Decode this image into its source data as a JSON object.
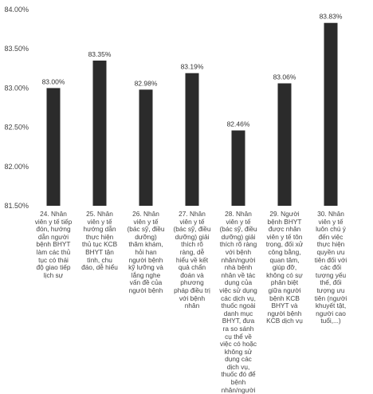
{
  "chart_data": {
    "type": "bar",
    "title": "",
    "xlabel": "",
    "ylabel": "",
    "ylim": [
      81.5,
      84.0
    ],
    "y_ticks": [
      "81.50%",
      "82.00%",
      "82.50%",
      "83.00%",
      "83.50%",
      "84.00%"
    ],
    "y_tick_values": [
      81.5,
      82.0,
      82.5,
      83.0,
      83.5,
      84.0
    ],
    "grid": false,
    "bar_color": "#2b2b2b",
    "categories": [
      "24. Nhân viên y tế tiếp đón, hướng dẫn người bệnh BHYT làm các thủ tục có thái độ giao tiếp lịch sự",
      "25. Nhân viên y tế hướng dẫn thực hiện thủ tục KCB BHYT tận tình, chu đáo, dễ hiểu",
      "26. Nhân viên y tế (bác sỹ, điều dưỡng) thăm khám, hỏi han người bệnh kỹ lưỡng và lắng nghe vấn đề của người bệnh",
      "27. Nhân viên y tế (bác sỹ, điều dưỡng) giải thích rõ ràng, dễ hiểu về kết quả chẩn đoán và phương pháp điều trị với bệnh nhân",
      "28. Nhân viên y tế (bác sỹ, điều dưỡng) giải thích rõ ràng với bệnh nhân/người nhà bệnh nhân về tác dụng của việc sử dụng các dịch vụ, thuốc ngoài danh mục BHYT, đưa ra so sánh cụ thể về việc có hoặc không sử dụng các dịch vụ, thuốc đó để bệnh nhân/người",
      "29. Người bệnh BHYT được nhân viên y tế tôn trọng, đối xử công bằng, quan tâm, giúp đỡ, không có sự phân biệt giữa người bệnh KCB BHYT và người bệnh KCB dịch vụ",
      "30. Nhân viên y tế luôn chú ý đến việc thực hiện quyền ưu tiên đối với các đối tượng yếu thế, đối tượng ưu tiên (người khuyết tật, người cao tuổi,...)"
    ],
    "values": [
      83.0,
      83.35,
      82.98,
      83.19,
      82.46,
      83.06,
      83.83
    ],
    "data_labels": [
      "83.00%",
      "83.35%",
      "82.98%",
      "83.19%",
      "82.46%",
      "83.06%",
      "83.83%"
    ]
  }
}
